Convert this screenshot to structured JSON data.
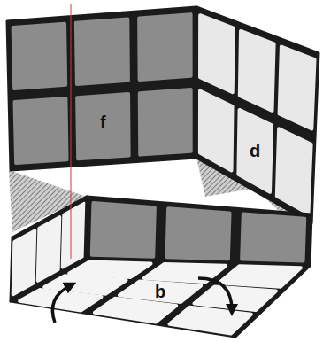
{
  "diagram": {
    "labels": [
      "f",
      "d",
      "b"
    ]
  }
}
